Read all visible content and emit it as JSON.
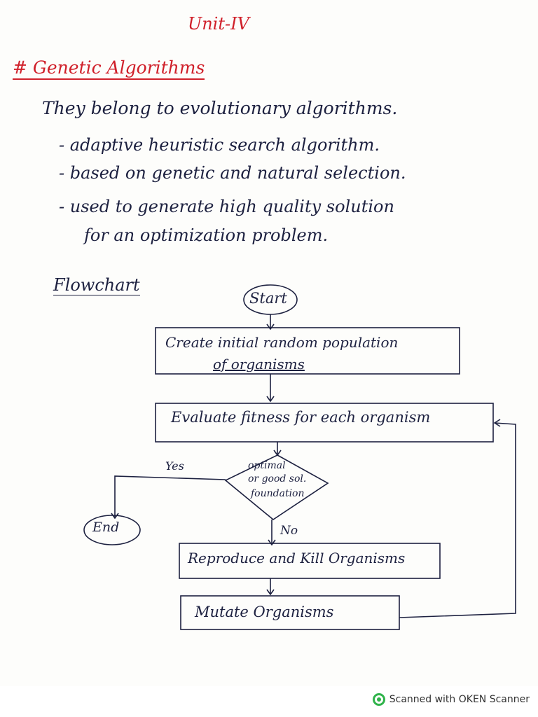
{
  "header": {
    "unit": "Unit-IV"
  },
  "section": {
    "heading": "# Genetic Algorithms",
    "intro": "They belong to evolutionary algorithms.",
    "points": [
      "- adaptive heuristic search algorithm.",
      "- based on genetic and natural selection.",
      "- used to generate high quality solution",
      "for an optimization problem."
    ]
  },
  "flowchart": {
    "title": "Flowchart",
    "start": "Start",
    "create_line1": "Create initial random population",
    "create_line2": "of organisms",
    "evaluate": "Evaluate fitness for each organism",
    "decision_line1": "optimal",
    "decision_line2": "or good sol.",
    "decision_line3": "foundation",
    "yes": "Yes",
    "no": "No",
    "end": "End",
    "reproduce": "Reproduce and Kill Organisms",
    "mutate": "Mutate Organisms"
  },
  "footer": {
    "scanner_text": "Scanned with OKEN Scanner"
  },
  "colors": {
    "ink_red": "#d0202a",
    "ink_blue": "#1d2140",
    "brand_green": "#2fb34a"
  }
}
